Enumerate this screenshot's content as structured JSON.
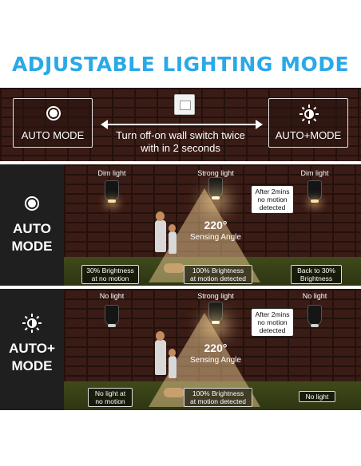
{
  "title": "ADJUSTABLE LIGHTING MODE",
  "switch_band": {
    "auto_label": "AUTO MODE",
    "autoplus_label": "AUTO+MODE",
    "instruction_line1": "Turn off-on wall switch twice",
    "instruction_line2": "with in 2 seconds"
  },
  "auto_panel": {
    "mode_line1": "AUTO",
    "mode_line2": "MODE",
    "left_lamp": "Dim light",
    "center_lamp": "Strong light",
    "right_lamp": "Dim light",
    "angle": "220°",
    "angle_label": "Sensing Angle",
    "after_callout_1": "After 2mins",
    "after_callout_2": "no motion",
    "after_callout_3": "detected",
    "left_note_1": "30% Brightness",
    "left_note_2": "at no motion",
    "center_note_1": "100% Brightness",
    "center_note_2": "at motion detected",
    "right_note_1": "Back to 30%",
    "right_note_2": "Brightness"
  },
  "autoplus_panel": {
    "mode_line1": "AUTO+",
    "mode_line2": "MODE",
    "left_lamp": "No light",
    "center_lamp": "Strong light",
    "right_lamp": "No light",
    "angle": "220°",
    "angle_label": "Sensing Angle",
    "after_callout_1": "After 2mins",
    "after_callout_2": "no motion",
    "after_callout_3": "detected",
    "left_note_1": "No light at",
    "left_note_2": "no motion",
    "center_note_1": "100% Brightness",
    "center_note_2": "at motion detected",
    "right_note_1": "No light"
  },
  "colors": {
    "title_blue": "#29a9e8",
    "brick": "#3a1c16",
    "light_beam": "#ffdca0"
  },
  "icons": [
    "auto-mode-icon",
    "auto-plus-mode-icon",
    "wall-switch-icon",
    "double-arrow-icon",
    "lamp-icon"
  ]
}
